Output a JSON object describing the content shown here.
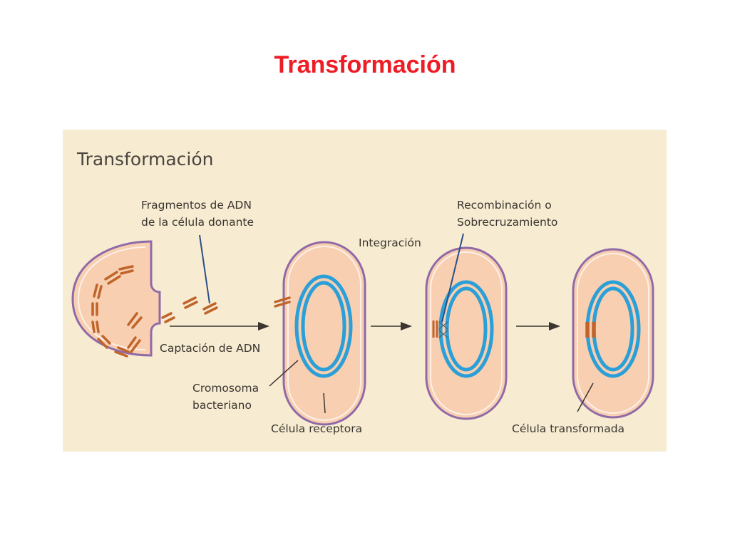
{
  "slide": {
    "title": "Transformación",
    "title_color": "#ee1c25"
  },
  "diagram": {
    "heading": "Transformación",
    "labels": {
      "donor_fragments_line1": "Fragmentos de ADN",
      "donor_fragments_line2": "de la célula donante",
      "uptake": "Captación de ADN",
      "integration": "Integración",
      "recombination_line1": "Recombinación o",
      "recombination_line2": "Sobrecruzamiento",
      "chromosome_line1": "Cromosoma",
      "chromosome_line2": "bacteriano",
      "recipient_cell": "Célula receptora",
      "transformed_cell": "Célula transformada"
    },
    "colors": {
      "background": "#f7ecd1",
      "cytoplasm": "#f8cfb0",
      "membrane": "#8f6aa8",
      "chromosome": "#2a9fd8",
      "dna_fragment": "#c0642c"
    }
  }
}
